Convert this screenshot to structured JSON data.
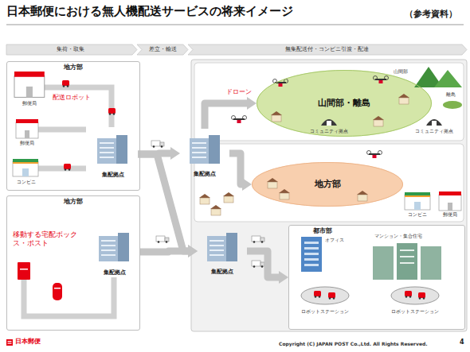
{
  "diagram": {
    "title": "日本郵便における無人機配送サービスの将来イメージ",
    "nodes": [
      {
        "text": [
          "地方部"
        ]
      },
      {
        "text": [
          "集配拠点"
        ],
        "in": 0
      },
      {
        "text": [
          "地方部"
        ]
      },
      {
        "text": [
          "集配拠点"
        ],
        "in": 2
      },
      {
        "text": [
          "集配拠点"
        ]
      },
      {
        "text": [
          "集配拠点"
        ]
      },
      {
        "text": [
          "山間部・離島"
        ]
      },
      {
        "text": [
          "地方部"
        ]
      },
      {
        "text": [
          "都市部"
        ]
      }
    ],
    "edges": [
      {
        "from": 1,
        "to": 4,
        "arrow": "to"
      },
      {
        "from": 1,
        "to": 5,
        "arrow": "to"
      },
      {
        "from": 3,
        "to": 5,
        "arrow": "to"
      },
      {
        "from": 4,
        "to": 6,
        "arrow": "to"
      },
      {
        "from": 4,
        "to": 7,
        "arrow": "to"
      },
      {
        "from": 5,
        "to": 8,
        "arrow": "to"
      }
    ],
    "labels": [
      "（参考資料）",
      "集荷・取集",
      "差立・輸送",
      "無集配送付・コンビニ引渡・配達",
      "郵便局",
      "配送ロボット",
      "郵便局",
      "コンビニ",
      "移動する宅配ボックス・ポスト",
      "ドローン",
      "山間部",
      "離島",
      "コミュニティ拠点",
      "コミュニティ拠点",
      "コンビニ",
      "郵便局",
      "オフィス",
      "マンション・集合住宅",
      "ロボットステーション",
      "ロボットステーション",
      "日本郵便",
      "Copyright (C) JAPAN POST Co.,Ltd. All Rights Reserved.",
      "4"
    ]
  }
}
